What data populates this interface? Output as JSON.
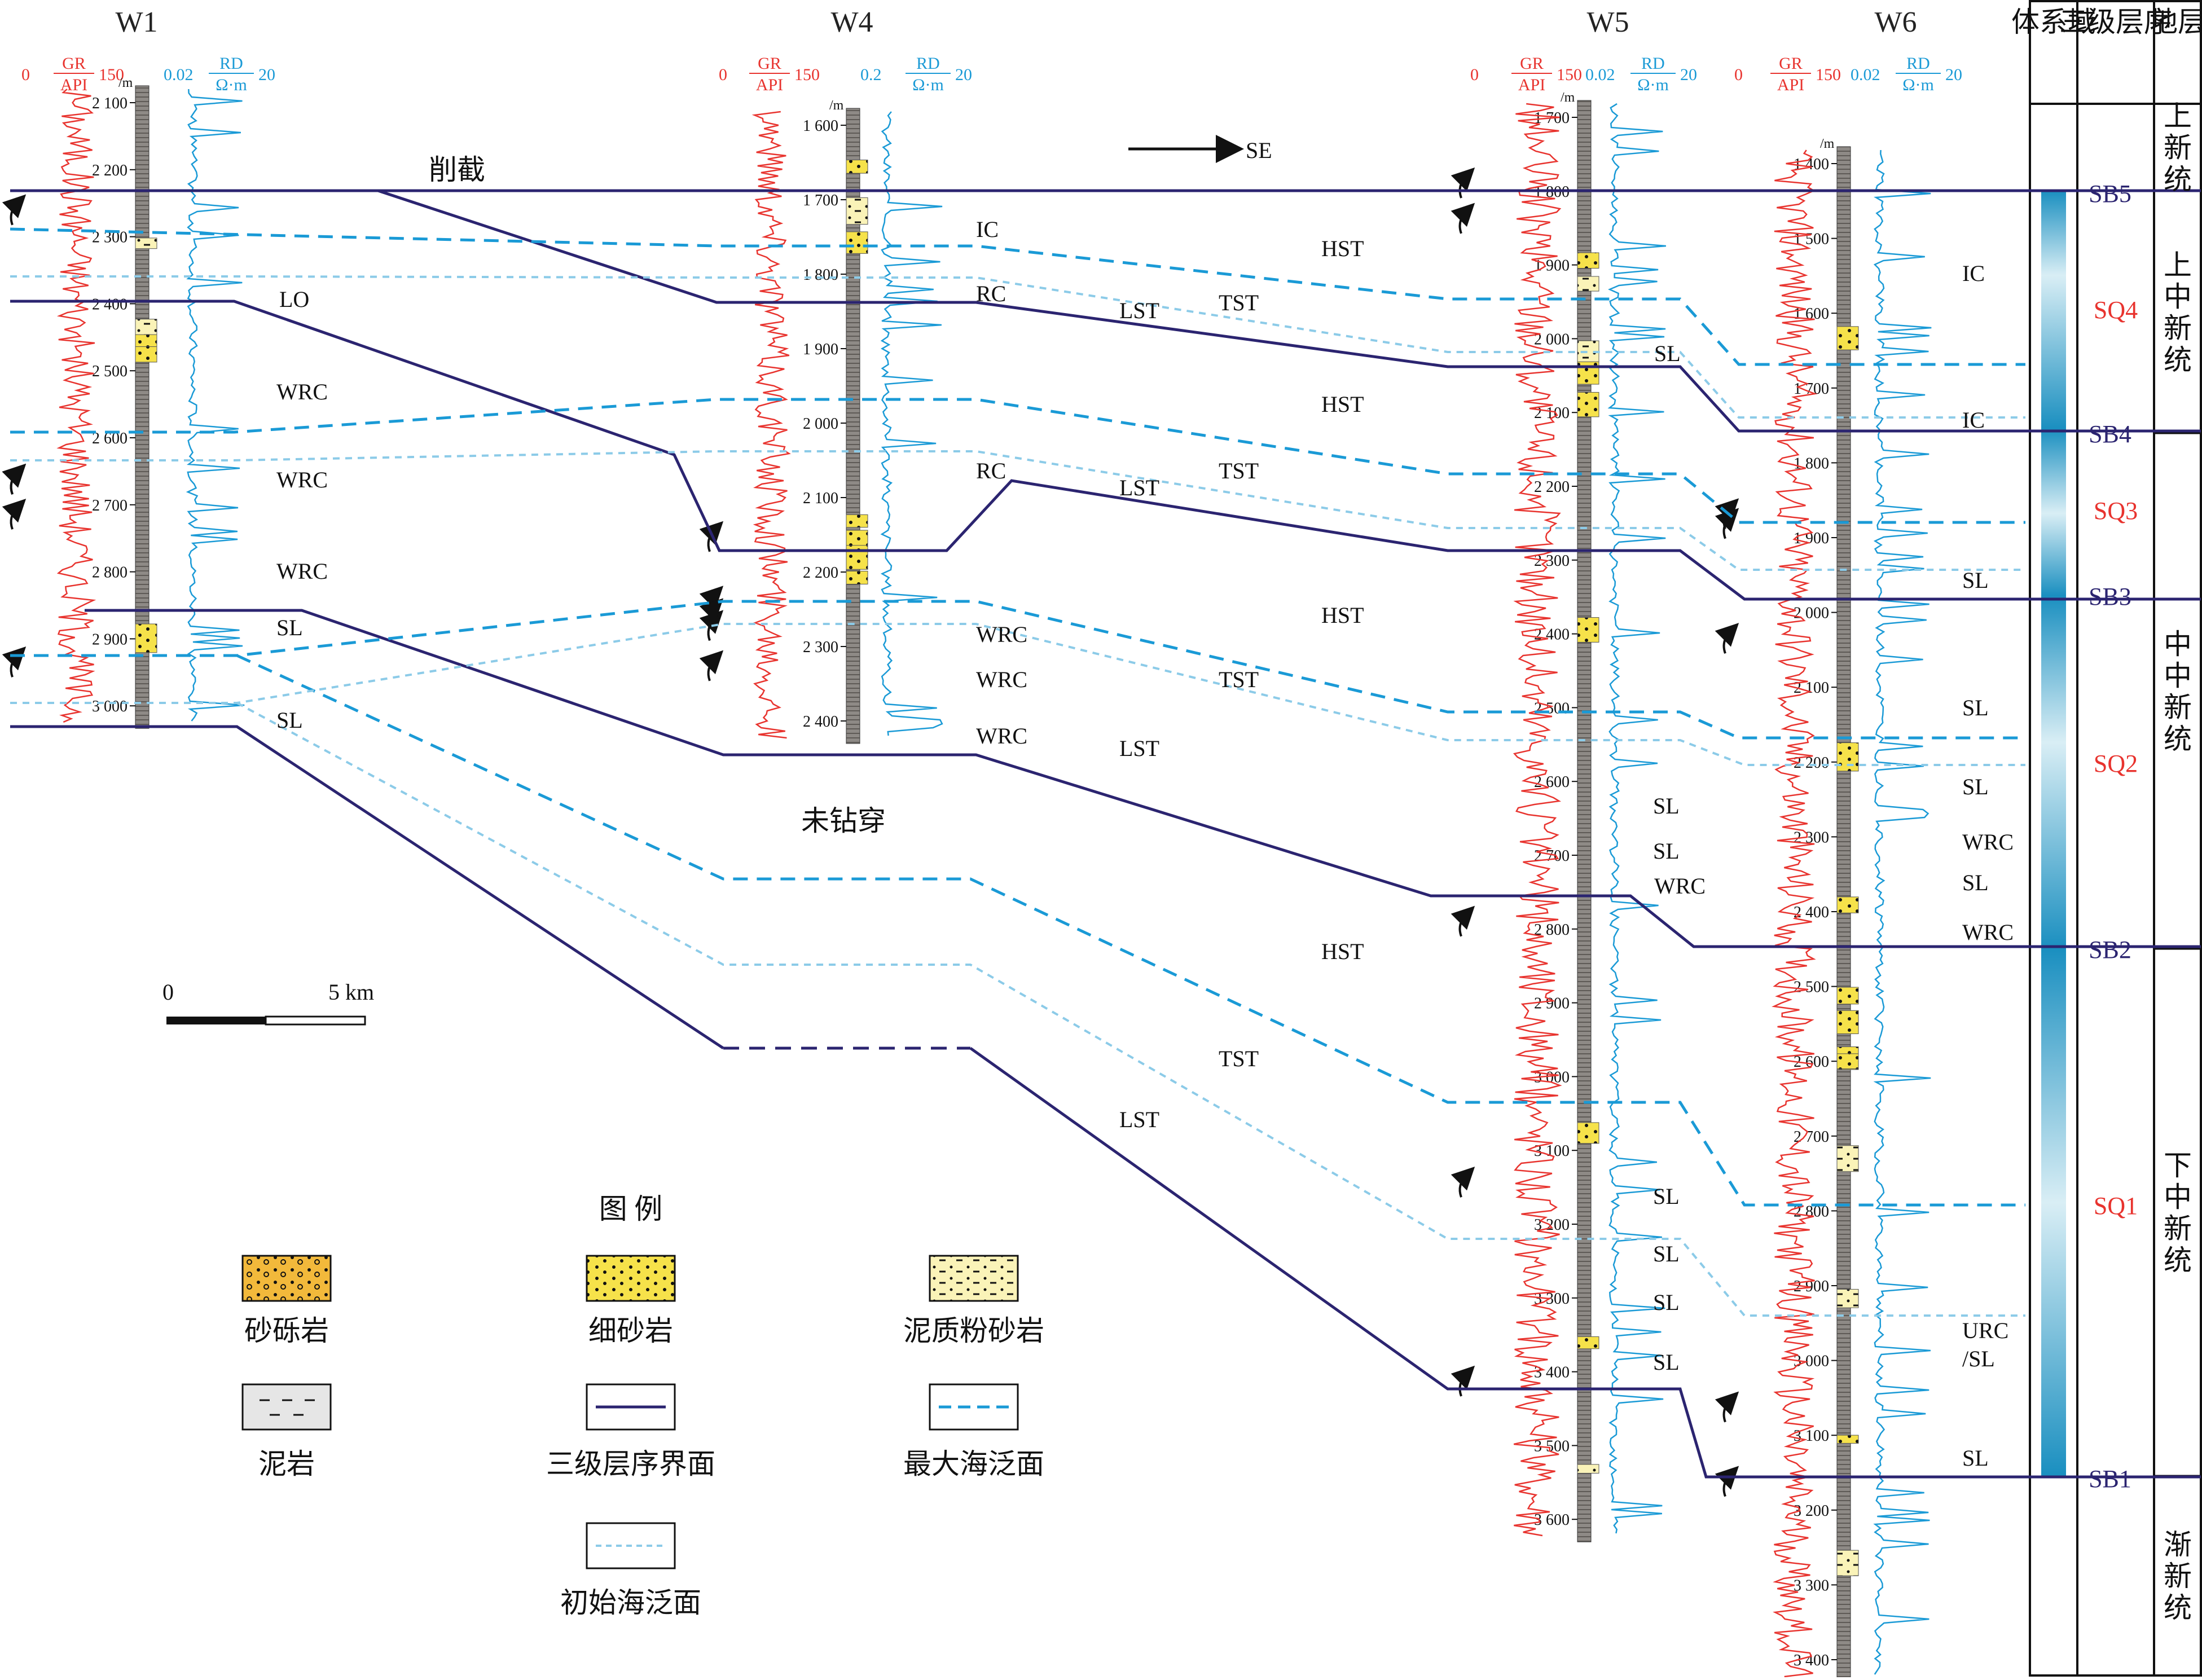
{
  "wells": [
    {
      "name": "W1",
      "gr_scale": [
        "0",
        "GR",
        "API",
        "150"
      ],
      "rd_scale": [
        "0.02",
        "RD",
        "Ω·m",
        "20"
      ],
      "depth_unit": "/m",
      "depths": [
        "2 100",
        "2 200",
        "2 300",
        "2 400",
        "2 500",
        "2 600",
        "2 700",
        "2 800",
        "2 900",
        "3 000"
      ]
    },
    {
      "name": "W4",
      "gr_scale": [
        "0",
        "GR",
        "API",
        "150"
      ],
      "rd_scale": [
        "0.2",
        "RD",
        "Ω·m",
        "20"
      ],
      "depth_unit": "/m",
      "depths": [
        "1 600",
        "1 700",
        "1 800",
        "1 900",
        "2 000",
        "2 100",
        "2 200",
        "2 300",
        "2 400"
      ]
    },
    {
      "name": "W5",
      "gr_scale": [
        "0",
        "GR",
        "API",
        "150"
      ],
      "rd_scale": [
        "0.02",
        "RD",
        "Ω·m",
        "20"
      ],
      "depth_unit": "/m",
      "depths": [
        "1 700",
        "1 800",
        "1 900",
        "2 000",
        "2 100",
        "2 200",
        "2 300",
        "2 400",
        "2 500",
        "2 600",
        "2 700",
        "2 800",
        "2 900",
        "3 000",
        "3 100",
        "3 200",
        "3 300",
        "3 400",
        "3 500",
        "3 600"
      ]
    },
    {
      "name": "W6",
      "gr_scale": [
        "0",
        "GR",
        "API",
        "150"
      ],
      "rd_scale": [
        "0.02",
        "RD",
        "Ω·m",
        "20"
      ],
      "depth_unit": "/m",
      "depths": [
        "1 400",
        "1 500",
        "1 600",
        "1 700",
        "1 800",
        "1 900",
        "2 000",
        "2 100",
        "2 200",
        "2 300",
        "2 400",
        "2 500",
        "2 600",
        "2 700",
        "2 800",
        "2 900",
        "3 000",
        "3 100",
        "3 200",
        "3 300",
        "3 400"
      ]
    }
  ],
  "annotations": {
    "truncation": "削截",
    "direction": "SE",
    "not_penetrated": "未钻穿",
    "scale_zero": "0",
    "scale_len": "5 km"
  },
  "facies_labels": {
    "w1": [
      "LO",
      "WRC",
      "WRC",
      "WRC",
      "SL",
      "SL"
    ],
    "w4": [
      "IC",
      "RC",
      "RC",
      "WRC",
      "WRC",
      "WRC"
    ],
    "w5": [
      "SL",
      "SL",
      "SL",
      "WRC",
      "SL",
      "SL",
      "SL",
      "SL"
    ],
    "w6": [
      "IC",
      "IC",
      "SL",
      "SL",
      "SL",
      "WRC",
      "SL",
      "WRC",
      "URC",
      "/SL",
      "SL"
    ]
  },
  "systems_tracts": [
    "HST",
    "TST",
    "LST",
    "HST",
    "TST",
    "LST",
    "HST",
    "TST",
    "LST",
    "HST",
    "TST",
    "LST"
  ],
  "right_panel": {
    "headers": [
      "体系域",
      "三级层序",
      "地层"
    ],
    "boundaries": [
      "SB5",
      "SB4",
      "SB3",
      "SB2",
      "SB1"
    ],
    "sequences": [
      "SQ4",
      "SQ3",
      "SQ2",
      "SQ1"
    ],
    "strata": [
      "上新统",
      "上中新统",
      "中中新统",
      "下中新统",
      "渐新统"
    ]
  },
  "legend": {
    "title": "图 例",
    "items": [
      "砂砾岩",
      "细砂岩",
      "泥质粉砂岩",
      "泥岩",
      "三级层序界面",
      "最大海泛面",
      "初始海泛面"
    ]
  },
  "colors": {
    "sequence_boundary": "#2b2470",
    "max_flooding": "#1a9ad6",
    "initial_flooding": "#8ccbe8",
    "gr_curve": "#e8332e",
    "rd_curve": "#1a9ad6",
    "fine_sand": "#f6e24a",
    "conglomerate": "#f2b93b",
    "muddy_silt": "#faf3b8",
    "mudstone": "#e6e6e6"
  }
}
